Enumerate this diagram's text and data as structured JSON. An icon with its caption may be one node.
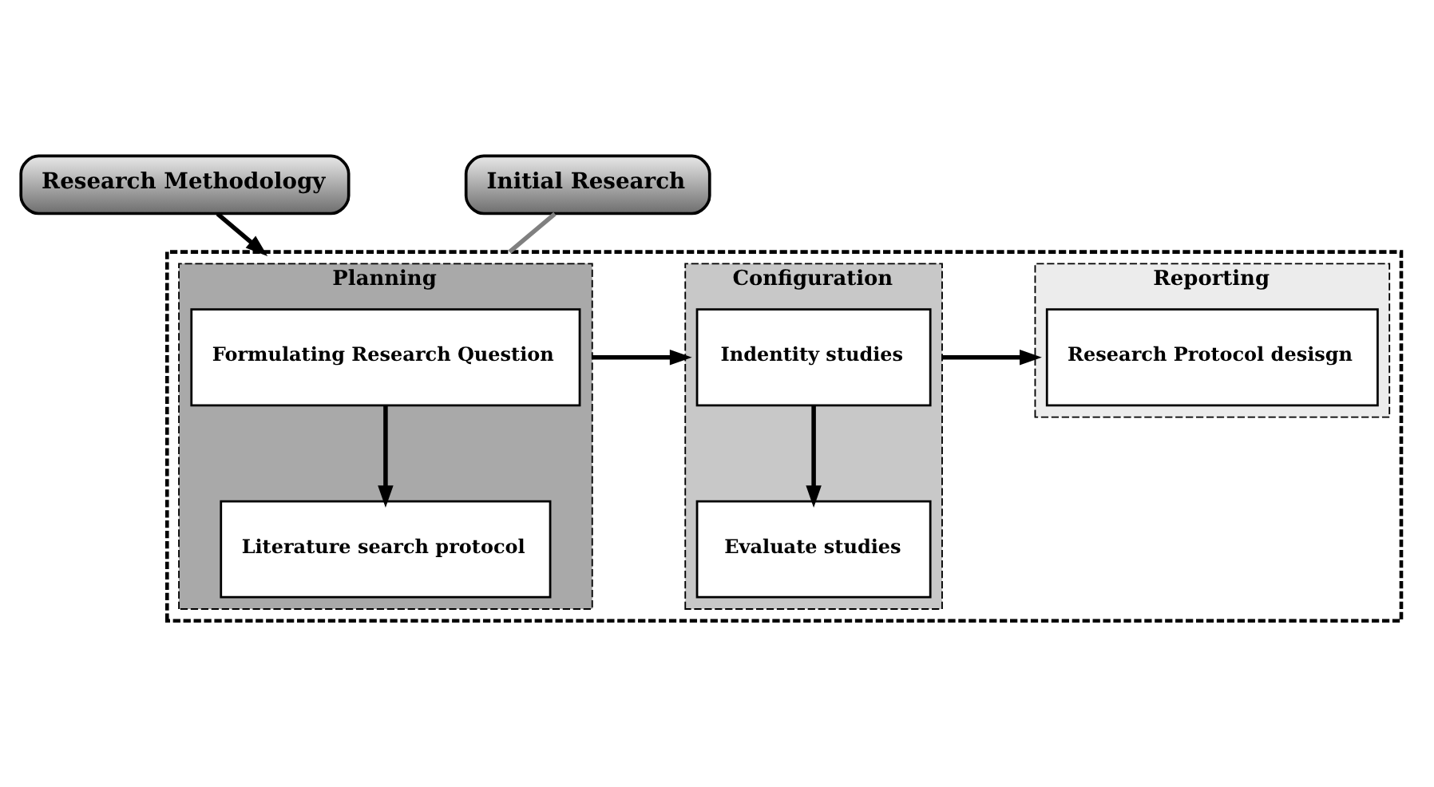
{
  "diagram": {
    "nodes": [
      {
        "text": [
          "Research Methodology"
        ]
      },
      {
        "text": [
          "Initial Research"
        ]
      },
      {
        "text": [],
        "shape": "box"
      },
      {
        "text": [
          "Planning"
        ],
        "in": 2
      },
      {
        "text": [
          "Formulating Research Question"
        ],
        "in": 3
      },
      {
        "text": [
          "Literature search protocol"
        ],
        "in": 3
      },
      {
        "text": [
          "Configuration"
        ],
        "in": 2
      },
      {
        "text": [
          "Indentity studies"
        ],
        "in": 6
      },
      {
        "text": [
          "Evaluate studies"
        ],
        "in": 6
      },
      {
        "text": [
          "Reporting"
        ],
        "in": 2
      },
      {
        "text": [
          "Research Protocol desisgn"
        ],
        "in": 9
      }
    ],
    "edges": [
      {
        "from": 0,
        "to": 2,
        "arrow": "to"
      },
      {
        "from": 1,
        "to": 2,
        "arrow": "none",
        "color": "#808080"
      },
      {
        "from": 4,
        "to": 5,
        "arrow": "to"
      },
      {
        "from": 3,
        "to": 6,
        "arrow": "to"
      },
      {
        "from": 7,
        "to": 8,
        "arrow": "to"
      },
      {
        "from": 6,
        "to": 9,
        "arrow": "to"
      }
    ]
  }
}
